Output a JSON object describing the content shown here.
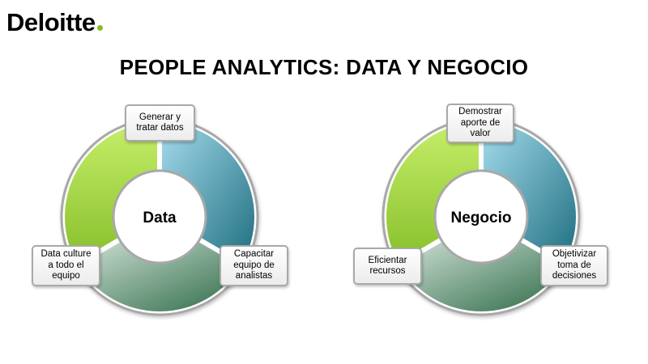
{
  "brand": {
    "name": "Deloitte",
    "dot_color": "#86BC25"
  },
  "title": "PEOPLE ANALYTICS: DATA Y NEGOCIO",
  "diagrams": [
    {
      "center": "Data",
      "callouts": {
        "top": "Generar y\ntratar datos",
        "right": "Capacitar\nequipo de\nanalistas",
        "left": "Data culture\na todo el\nequipo"
      }
    },
    {
      "center": "Negocio",
      "callouts": {
        "top": "Demostrar\naporte de\nvalor",
        "right": "Objetivizar\ntoma de\ndecisiones",
        "left": "Eficientar\nrecursos"
      }
    }
  ],
  "colors": {
    "green_light": "#C6EE6A",
    "green_dark": "#86BF2A",
    "blue_light": "#A6DDEE",
    "blue_dark": "#1E6E80",
    "teal_light": "#C9DCD2",
    "teal_dark": "#2E6B47",
    "ring_border": "#A8A8A8"
  }
}
